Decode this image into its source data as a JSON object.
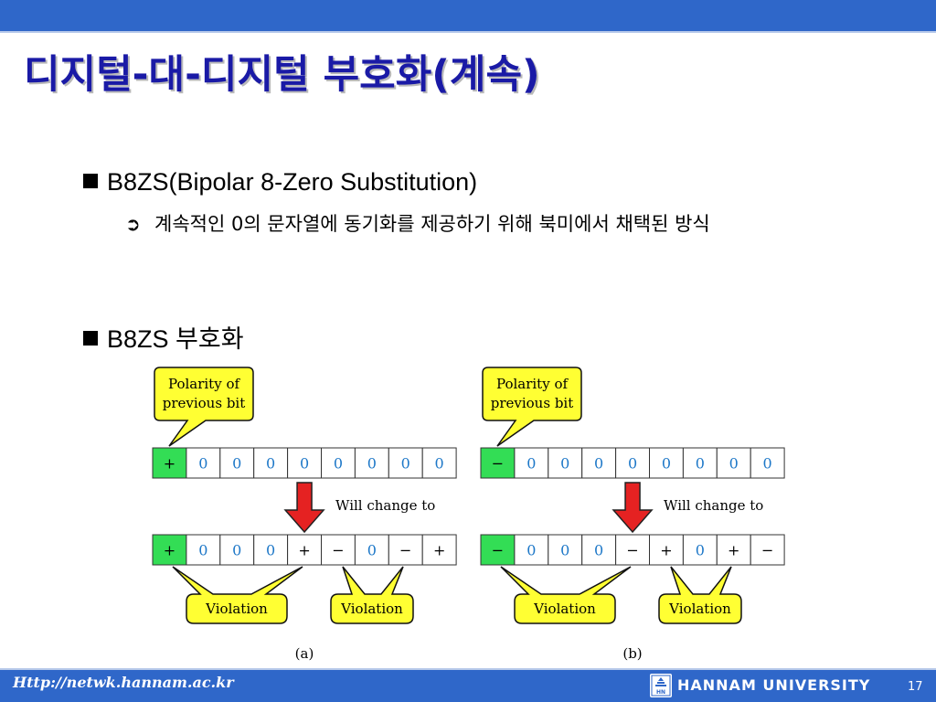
{
  "slide": {
    "title": "디지털-대-디지털 부호화(계속)",
    "bullet1": "B8ZS(Bipolar 8-Zero Substitution)",
    "sub_bullet_arrow": "➲",
    "sub_bullet": "계속적인 0의 문자열에 동기화를 제공하기 위해 북미에서 채택된 방식",
    "bullet2": "B8ZS 부호화"
  },
  "diagram": {
    "callout_line1": "Polarity of",
    "callout_line2": "previous bit",
    "change_label": "Will change to",
    "violation_label": "Violation",
    "a": {
      "caption": "(a)",
      "original": [
        "+",
        "0",
        "0",
        "0",
        "0",
        "0",
        "0",
        "0",
        "0"
      ],
      "encoded": [
        "+",
        "0",
        "0",
        "0",
        "+",
        "−",
        "0",
        "−",
        "+"
      ]
    },
    "b": {
      "caption": "(b)",
      "original": [
        "−",
        "0",
        "0",
        "0",
        "0",
        "0",
        "0",
        "0",
        "0"
      ],
      "encoded": [
        "−",
        "0",
        "0",
        "0",
        "−",
        "+",
        "0",
        "+",
        "−"
      ]
    }
  },
  "colors": {
    "title": "#1a1aa6",
    "bar": "#2f67c9",
    "green_cell": "#33dd55",
    "zero_text": "#1e78c8",
    "callout": "#ffff33",
    "arrow": "#e52222"
  },
  "footer": {
    "url": "Http://netwk.hannam.ac.kr",
    "university": "HANNAM  UNIVERSITY",
    "page": "17",
    "logo_icon": "hannam-logo-icon"
  }
}
